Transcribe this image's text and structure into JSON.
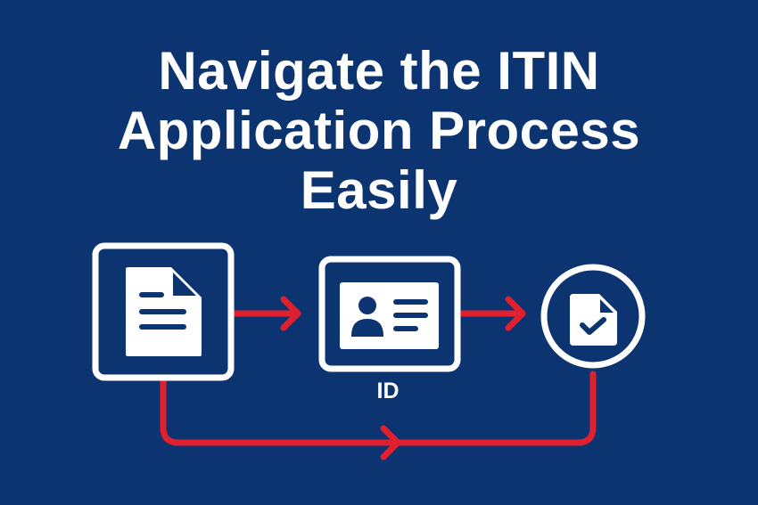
{
  "title": {
    "line1": "Navigate the ITIN",
    "line2": "Application Process",
    "line3": "Easily"
  },
  "steps": [
    {
      "id": "step-1",
      "icon": "document-icon",
      "label": ""
    },
    {
      "id": "step-2",
      "icon": "id-card-icon",
      "label": "ID"
    },
    {
      "id": "step-3",
      "icon": "document-check-icon",
      "label": ""
    }
  ],
  "colors": {
    "background": "#0c3470",
    "foreground": "#ffffff",
    "arrow": "#e0202f"
  }
}
